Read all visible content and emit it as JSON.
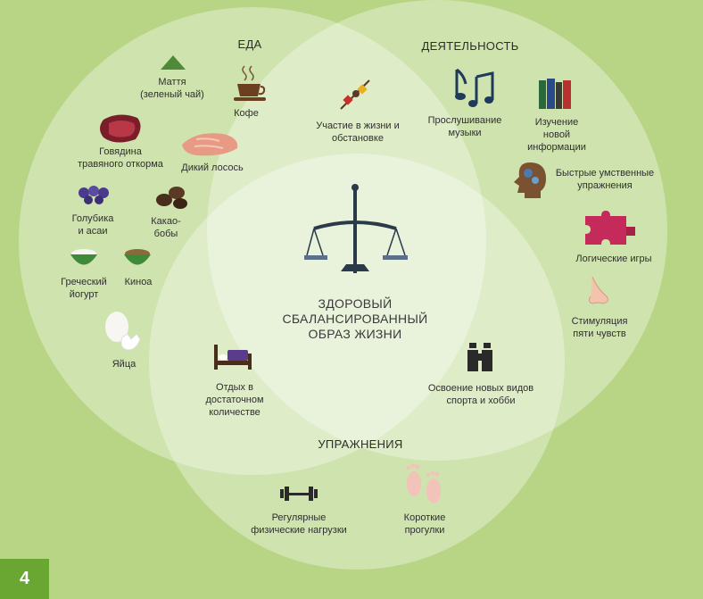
{
  "sections": {
    "food": "ЕДА",
    "activity": "ДЕЯТЕЛЬНОСТЬ",
    "exercise": "УПРАЖНЕНИЯ"
  },
  "center": {
    "line1": "ЗДОРОВЫЙ",
    "line2": "СБАЛАНСИРОВАННЫЙ",
    "line3": "ОБРАЗ ЖИЗНИ"
  },
  "food": {
    "matcha": [
      "Маття",
      "(зеленый чай)"
    ],
    "coffee": [
      "Кофе"
    ],
    "beef": [
      "Говядина",
      "травяного откорма"
    ],
    "salmon": [
      "Дикий лосось"
    ],
    "blueberry": [
      "Голубика",
      "и асаи"
    ],
    "cocoa": [
      "Какао-",
      "бобы"
    ],
    "yogurt": [
      "Греческий",
      "йогурт"
    ],
    "quinoa": [
      "Киноа"
    ],
    "eggs": [
      "Яйца"
    ]
  },
  "activity": {
    "music": [
      "Прослушивание",
      "музыки"
    ],
    "learning": [
      "Изучение",
      "новой",
      "информации"
    ],
    "mental": [
      "Быстрые умственные",
      "упражнения"
    ],
    "puzzles": [
      "Логические игры"
    ],
    "senses": [
      "Стимуляция",
      "пяти чувств"
    ]
  },
  "overlap": {
    "life": [
      "Участие в жизни и",
      "обстановке"
    ],
    "rest": [
      "Отдых в",
      "достаточном",
      "количестве"
    ],
    "sports": [
      "Освоение новых видов",
      "спорта и хобби"
    ]
  },
  "exercise": {
    "regular": [
      "Регулярные",
      "физические нагрузки"
    ],
    "walks": [
      "Короткие",
      "прогулки"
    ]
  },
  "page_number": "4",
  "colors": {
    "background": "#b8d586",
    "circle_fill": "#dcebc0",
    "badge": "#6aa632"
  }
}
